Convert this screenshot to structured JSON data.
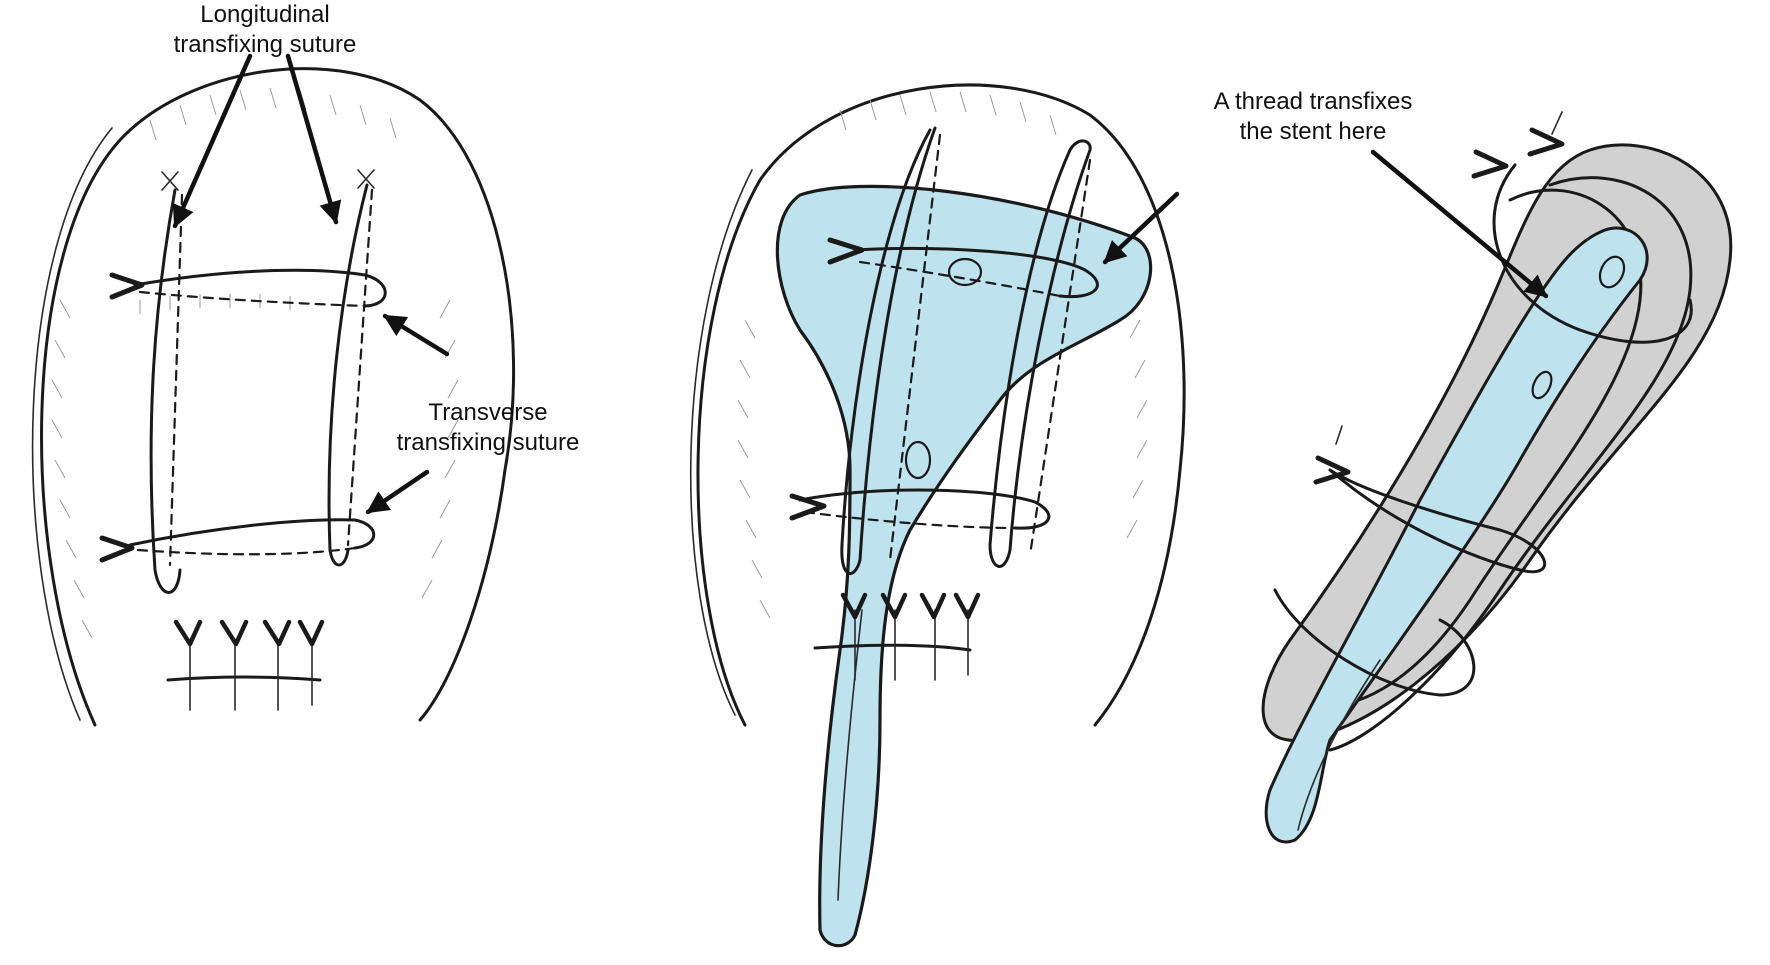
{
  "colors": {
    "ink": "#1a1a1a",
    "stent_fill": "#bfe3ee",
    "shade_fill": "#c9c9c9",
    "background": "#ffffff"
  },
  "labels": {
    "longitudinal": [
      "Longitudinal",
      "transfixing suture"
    ],
    "transverse": [
      "Transverse",
      "transfixing suture"
    ],
    "thread": [
      "A thread transfixes",
      "the stent here"
    ]
  }
}
